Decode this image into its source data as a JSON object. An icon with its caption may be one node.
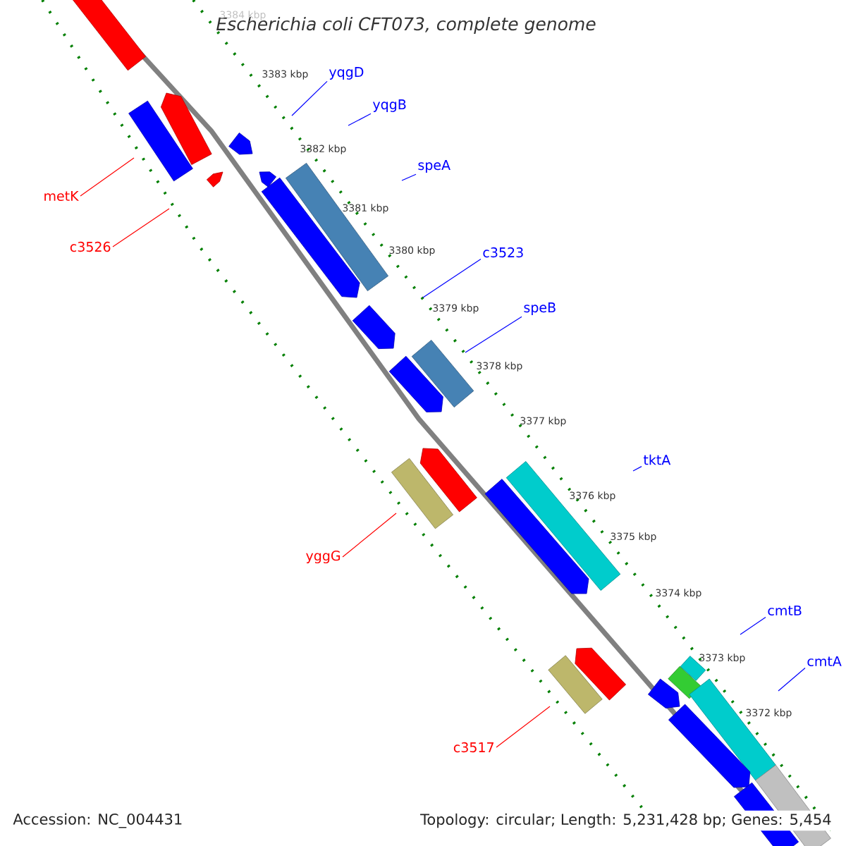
{
  "diagram": {
    "title": "Escherichia coli CFT073, complete genome",
    "nodes": [
      {
        "text": [
          "yqgD"
        ]
      },
      {
        "text": [
          "yqgB"
        ]
      },
      {
        "text": [
          "speA"
        ]
      },
      {
        "text": [
          "metK"
        ]
      },
      {
        "text": [
          "c3526"
        ]
      },
      {
        "text": [
          "c3523"
        ]
      },
      {
        "text": [
          "speB"
        ]
      },
      {
        "text": [
          "tktA"
        ]
      },
      {
        "text": [
          "yggG"
        ]
      },
      {
        "text": [
          "cmtB"
        ]
      },
      {
        "text": [
          "cmtA"
        ]
      },
      {
        "text": [
          "c3517"
        ]
      }
    ],
    "edges": [
      {
        "from": 0,
        "to": null,
        "arrow": "none"
      },
      {
        "from": 1,
        "to": null,
        "arrow": "none"
      },
      {
        "from": 2,
        "to": null,
        "arrow": "none"
      },
      {
        "from": 3,
        "to": null,
        "arrow": "none",
        "color": "#ff0000"
      },
      {
        "from": 4,
        "to": null,
        "arrow": "none",
        "color": "#ff0000"
      },
      {
        "from": 5,
        "to": null,
        "arrow": "none"
      },
      {
        "from": 6,
        "to": null,
        "arrow": "none"
      },
      {
        "from": 7,
        "to": null,
        "arrow": "none"
      },
      {
        "from": 8,
        "to": null,
        "arrow": "none",
        "color": "#ff0000"
      },
      {
        "from": 9,
        "to": null,
        "arrow": "none"
      },
      {
        "from": 10,
        "to": null,
        "arrow": "none"
      },
      {
        "from": 11,
        "to": null,
        "arrow": "none",
        "color": "#ff0000"
      }
    ],
    "labels": [
      "3384 kbp",
      "3383 kbp",
      "3382 kbp",
      "3381 kbp",
      "3380 kbp",
      "3379 kbp",
      "3378 kbp",
      "3377 kbp",
      "3376 kbp",
      "3375 kbp",
      "3374 kbp",
      "3373 kbp",
      "3372 kbp",
      "Accession: NC_004431",
      "Topology: circular; Length: 5,231,428 bp; Genes: 5,454"
    ]
  }
}
